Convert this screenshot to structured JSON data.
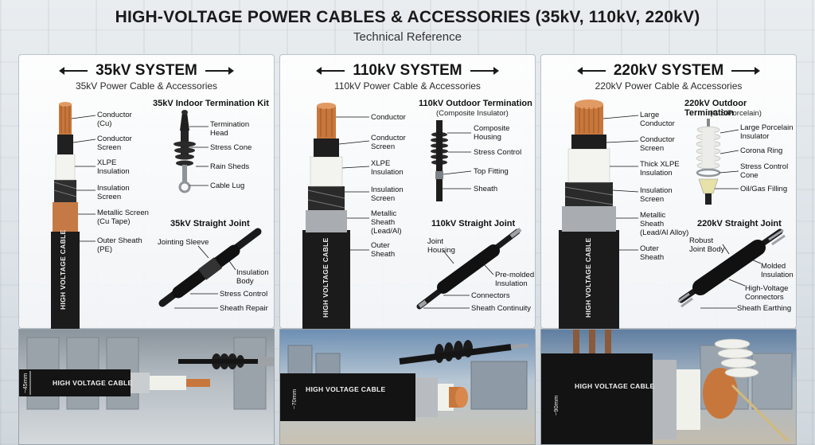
{
  "header": {
    "title": "HIGH-VOLTAGE POWER CABLES & ACCESSORIES (35kV, 110kV, 220kV)",
    "subtitle": "Technical Reference"
  },
  "colors": {
    "copper": "#c8773c",
    "sheath": "#1a1a1a",
    "insulation": "#f2f2ee",
    "rubber": "#2a2a2a",
    "porcelain": "#e8e8e4"
  },
  "panels": [
    {
      "title": "35kV SYSTEM",
      "subtitle": "35kV Power Cable & Accessories",
      "cable_labels": [
        "Conductor\n(Cu)",
        "Conductor\nScreen",
        "XLPE\nInsulation",
        "Insulation\nScreen",
        "Metallic Screen\n(Cu Tape)",
        "Outer Sheath\n(PE)"
      ],
      "cable_print": "HIGH VOLTAGE CABLE",
      "termination": {
        "title": "35kV Indoor Termination Kit",
        "subtitle": "",
        "labels": [
          "Termination\nHead",
          "Stress Cone",
          "Rain Sheds",
          "Cable Lug"
        ]
      },
      "joint": {
        "title": "35kV Straight Joint",
        "labels": [
          "Jointing Sleeve",
          "Insulation\nBody",
          "Stress Control",
          "Sheath Repair"
        ]
      },
      "photo": {
        "cable_text": "HIGH VOLTAGE CABLE",
        "diameter": "~45mm"
      }
    },
    {
      "title": "110kV SYSTEM",
      "subtitle": "110kV Power Cable & Accessories",
      "cable_labels": [
        "Conductor",
        "Conductor\nScreen",
        "XLPE\nInsulation",
        "Insulation\nScreen",
        "Metallic\nSheath\n(Lead/Al)",
        "Outer\nSheath"
      ],
      "cable_print": "HIGH VOLTAGE CABLE",
      "termination": {
        "title": "110kV Outdoor Termination",
        "subtitle": "(Composite Insulator)",
        "labels": [
          "Composite\nHousing",
          "Stress Control",
          "Top Fitting",
          "Sheath"
        ]
      },
      "joint": {
        "title": "110kV Straight Joint",
        "labels": [
          "Joint\nHousing",
          "Pre-molded\nInsulation",
          "Connectors",
          "Sheath Continuity"
        ]
      },
      "photo": {
        "cable_text": "HIGH VOLTAGE CABLE",
        "diameter": "~70mm"
      }
    },
    {
      "title": "220kV SYSTEM",
      "subtitle": "220kV Power Cable & Accessories",
      "cable_labels": [
        "Large\nConductor",
        "Conductor\nScreen",
        "Thick XLPE\nInsulation",
        "Insulation\nScreen",
        "Metallic\nSheath\n(Lead/Al Alloy)",
        "Outer\nSheath"
      ],
      "cable_print": "HIGH VOLTAGE CABLE",
      "termination": {
        "title": "220kV Outdoor Termination",
        "subtitle": "(GIS/Porcelain)",
        "labels": [
          "Large Porcelain\nInsulator",
          "Corona Ring",
          "Stress Control\nCone",
          "Oil/Gas Filling"
        ]
      },
      "joint": {
        "title": "220kV Straight Joint",
        "labels": [
          "Robust\nJoint Body",
          "Molded\nInsulation",
          "High-Voltage\nConnectors",
          "Sheath Earthing"
        ]
      },
      "photo": {
        "cable_text": "HIGH VOLTAGE CABLE",
        "diameter": "~90mm"
      }
    }
  ]
}
